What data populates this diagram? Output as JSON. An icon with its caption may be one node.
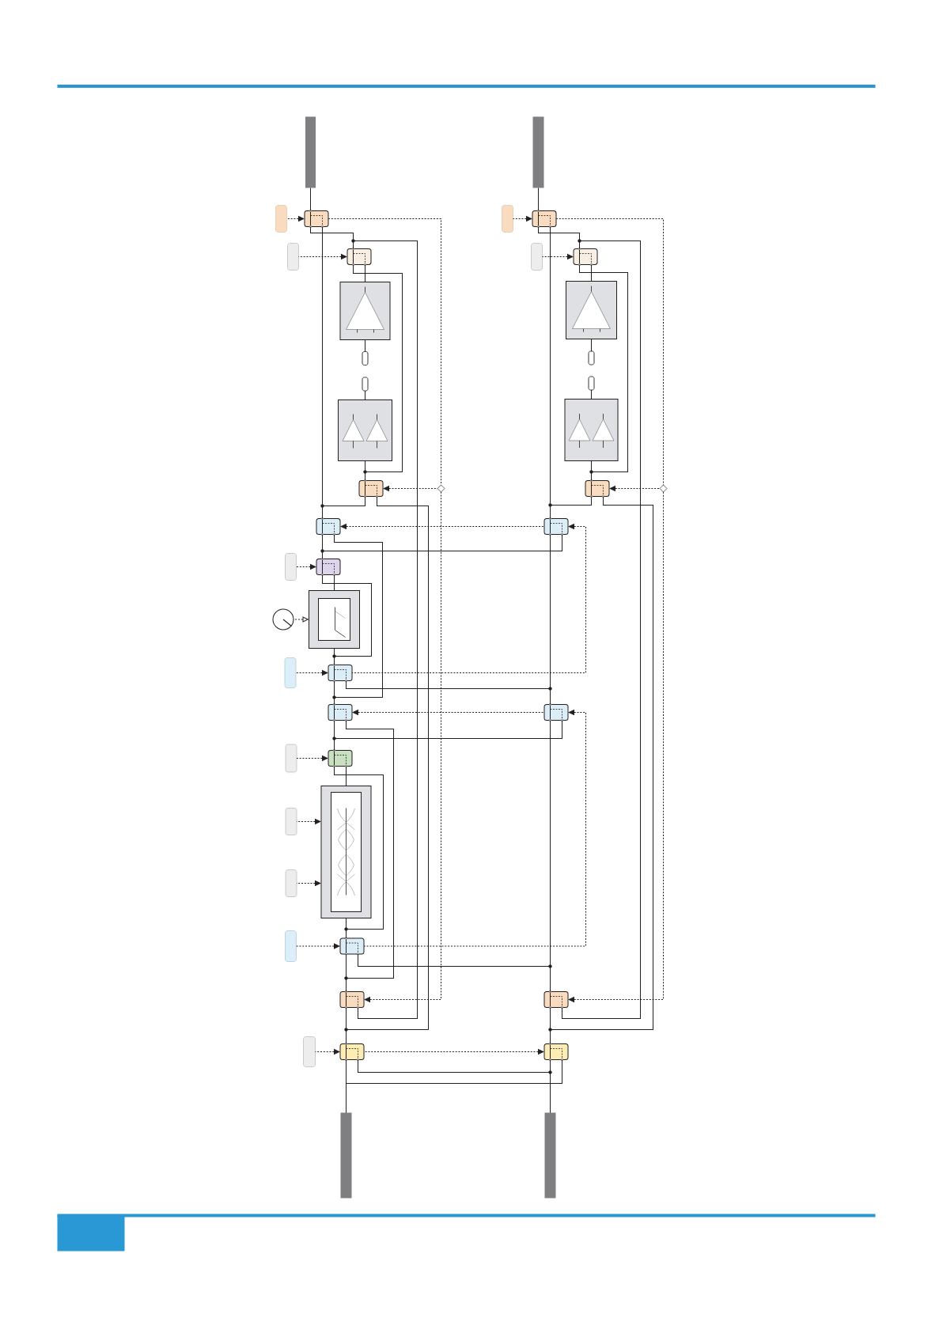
{
  "diagram": {
    "nodes": [
      {
        "text": [],
        "shape": "bar"
      },
      {
        "text": [],
        "shape": "box"
      },
      {
        "text": [],
        "shape": "box"
      },
      {
        "text": [],
        "shape": "box"
      },
      {
        "text": [],
        "shape": "box"
      },
      {
        "text": [],
        "shape": "box"
      },
      {
        "text": [],
        "shape": "box"
      },
      {
        "text": [],
        "shape": "box"
      },
      {
        "text": [],
        "shape": "box"
      },
      {
        "text": [],
        "shape": "box"
      },
      {
        "text": [],
        "shape": "box"
      },
      {
        "text": [],
        "shape": "box"
      },
      {
        "text": [],
        "shape": "box"
      },
      {
        "text": [],
        "shape": "circle"
      },
      {
        "text": [],
        "shape": "box"
      },
      {
        "text": [],
        "shape": "box"
      },
      {
        "text": [],
        "shape": "box"
      },
      {
        "text": [],
        "shape": "box"
      },
      {
        "text": [],
        "shape": "box"
      },
      {
        "text": [],
        "shape": "box"
      },
      {
        "text": [],
        "shape": "box"
      },
      {
        "text": [],
        "shape": "box"
      },
      {
        "text": [],
        "shape": "box"
      },
      {
        "text": [],
        "shape": "box"
      },
      {
        "text": [],
        "shape": "box"
      },
      {
        "text": [],
        "shape": "box"
      },
      {
        "text": [],
        "shape": "box"
      },
      {
        "text": [],
        "shape": "box"
      },
      {
        "text": [],
        "shape": "bar"
      },
      {
        "text": [],
        "shape": "bar"
      },
      {
        "text": [],
        "shape": "box"
      },
      {
        "text": [],
        "shape": "box"
      },
      {
        "text": [],
        "shape": "box"
      },
      {
        "text": [],
        "shape": "box"
      },
      {
        "text": [],
        "shape": "box"
      },
      {
        "text": [],
        "shape": "box"
      },
      {
        "text": [],
        "shape": "box"
      },
      {
        "text": [],
        "shape": "box"
      },
      {
        "text": [],
        "shape": "box"
      },
      {
        "text": [],
        "shape": "box"
      },
      {
        "text": [],
        "shape": "box"
      },
      {
        "text": [],
        "shape": "box"
      },
      {
        "text": [],
        "shape": "box"
      },
      {
        "text": [],
        "shape": "bar"
      },
      {
        "text": [],
        "shape": "diamond"
      },
      {
        "text": [],
        "shape": "diamond"
      }
    ],
    "edges": [
      {
        "from": 0,
        "to": 2,
        "arrow": "none"
      },
      {
        "from": 2,
        "to": 4,
        "arrow": "none"
      },
      {
        "from": 2,
        "to": 10,
        "arrow": "none"
      },
      {
        "from": 25,
        "to": 4,
        "arrow": "none"
      },
      {
        "from": 4,
        "to": 5,
        "arrow": "none"
      },
      {
        "from": 5,
        "to": 6,
        "arrow": "none"
      },
      {
        "from": 7,
        "to": 8,
        "arrow": "none"
      },
      {
        "from": 8,
        "to": 9,
        "arrow": "none"
      },
      {
        "from": 4,
        "to": 9,
        "arrow": "none"
      },
      {
        "from": 9,
        "to": 10,
        "arrow": "none"
      },
      {
        "from": 9,
        "to": 27,
        "arrow": "none"
      },
      {
        "from": 10,
        "to": 12,
        "arrow": "none"
      },
      {
        "from": 39,
        "to": 12,
        "arrow": "none"
      },
      {
        "from": 10,
        "to": 17,
        "arrow": "none"
      },
      {
        "from": 12,
        "to": 14,
        "arrow": "none"
      },
      {
        "from": 12,
        "to": 16,
        "arrow": "none"
      },
      {
        "from": 14,
        "to": 16,
        "arrow": "none"
      },
      {
        "from": 16,
        "to": 17,
        "arrow": "none"
      },
      {
        "from": 16,
        "to": 40,
        "arrow": "none"
      },
      {
        "from": 17,
        "to": 19,
        "arrow": "none"
      },
      {
        "from": 40,
        "to": 19,
        "arrow": "none"
      },
      {
        "from": 17,
        "to": 25,
        "arrow": "none"
      },
      {
        "from": 19,
        "to": 21,
        "arrow": "none"
      },
      {
        "from": 19,
        "to": 24,
        "arrow": "none"
      },
      {
        "from": 21,
        "to": 24,
        "arrow": "none"
      },
      {
        "from": 24,
        "to": 25,
        "arrow": "none"
      },
      {
        "from": 24,
        "to": 41,
        "arrow": "none"
      },
      {
        "from": 25,
        "to": 27,
        "arrow": "none"
      },
      {
        "from": 27,
        "to": 28,
        "arrow": "none"
      },
      {
        "from": 27,
        "to": 43,
        "arrow": "none"
      },
      {
        "from": 42,
        "to": 28,
        "arrow": "none"
      },
      {
        "from": 29,
        "to": 31,
        "arrow": "none"
      },
      {
        "from": 31,
        "to": 33,
        "arrow": "none"
      },
      {
        "from": 31,
        "to": 39,
        "arrow": "none"
      },
      {
        "from": 41,
        "to": 33,
        "arrow": "none"
      },
      {
        "from": 33,
        "to": 34,
        "arrow": "none"
      },
      {
        "from": 34,
        "to": 35,
        "arrow": "none"
      },
      {
        "from": 36,
        "to": 37,
        "arrow": "none"
      },
      {
        "from": 37,
        "to": 38,
        "arrow": "none"
      },
      {
        "from": 33,
        "to": 38,
        "arrow": "none"
      },
      {
        "from": 38,
        "to": 39,
        "arrow": "none"
      },
      {
        "from": 38,
        "to": 42,
        "arrow": "none"
      },
      {
        "from": 39,
        "to": 40,
        "arrow": "none"
      },
      {
        "from": 40,
        "to": 41,
        "arrow": "none"
      },
      {
        "from": 41,
        "to": 42,
        "arrow": "none"
      },
      {
        "from": 42,
        "to": 43,
        "arrow": "none"
      },
      {
        "from": 1,
        "to": 2,
        "arrow": "to",
        "style": "dashed"
      },
      {
        "from": 2,
        "to": 44,
        "arrow": "none",
        "style": "dashed"
      },
      {
        "from": 44,
        "to": 9,
        "arrow": "to",
        "style": "dashed"
      },
      {
        "from": 3,
        "to": 4,
        "arrow": "to",
        "style": "dashed"
      },
      {
        "from": 39,
        "to": 10,
        "arrow": "to",
        "style": "dashed"
      },
      {
        "from": 11,
        "to": 12,
        "arrow": "to",
        "style": "dashed"
      },
      {
        "from": 13,
        "to": 14,
        "arrow": "to",
        "style": "dashed"
      },
      {
        "from": 15,
        "to": 16,
        "arrow": "to",
        "style": "dashed"
      },
      {
        "from": 16,
        "to": 39,
        "arrow": "to",
        "style": "dashed"
      },
      {
        "from": 40,
        "to": 17,
        "arrow": "to",
        "style": "dashed"
      },
      {
        "from": 18,
        "to": 19,
        "arrow": "to",
        "style": "dashed"
      },
      {
        "from": 20,
        "to": 21,
        "arrow": "to",
        "style": "dashed"
      },
      {
        "from": 22,
        "to": 21,
        "arrow": "to",
        "style": "dashed"
      },
      {
        "from": 23,
        "to": 24,
        "arrow": "to",
        "style": "dashed"
      },
      {
        "from": 24,
        "to": 40,
        "arrow": "to",
        "style": "dashed"
      },
      {
        "from": 26,
        "to": 27,
        "arrow": "to",
        "style": "dashed"
      },
      {
        "from": 27,
        "to": 42,
        "arrow": "to",
        "style": "dashed"
      },
      {
        "from": 30,
        "to": 31,
        "arrow": "to",
        "style": "dashed"
      },
      {
        "from": 31,
        "to": 45,
        "arrow": "none",
        "style": "dashed"
      },
      {
        "from": 45,
        "to": 38,
        "arrow": "to",
        "style": "dashed"
      },
      {
        "from": 32,
        "to": 33,
        "arrow": "to",
        "style": "dashed"
      },
      {
        "from": 44,
        "to": 25,
        "arrow": "to",
        "style": "dashed"
      },
      {
        "from": 45,
        "to": 41,
        "arrow": "to",
        "style": "dashed"
      }
    ]
  }
}
